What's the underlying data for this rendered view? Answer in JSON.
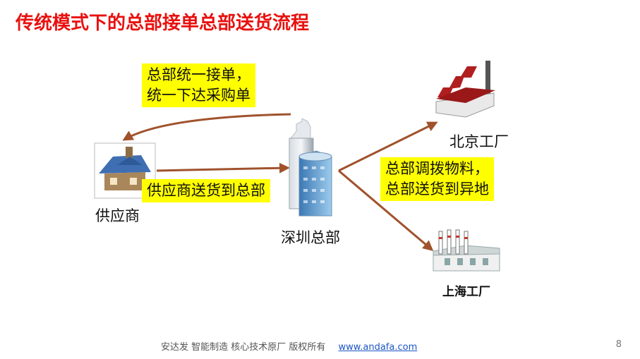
{
  "title": "传统模式下的总部接单总部送货流程",
  "nodes": {
    "supplier": "供应商",
    "hq": "深圳总部",
    "beijing": "北京工厂",
    "shanghai": "上海工厂"
  },
  "notes": {
    "top": [
      "总部统一接单，",
      "统一下达采购单"
    ],
    "middle": "供应商送货到总部",
    "right": [
      "总部调拨物料，",
      "总部送货到异地"
    ]
  },
  "footer": {
    "text": "安达发   智能制造 核心技术原厂    版权所有",
    "link": "www.andafa.com"
  },
  "page_number": "8",
  "colors": {
    "title": "#e8110f",
    "arrow": "#a0522d",
    "note": "#ffff00"
  }
}
